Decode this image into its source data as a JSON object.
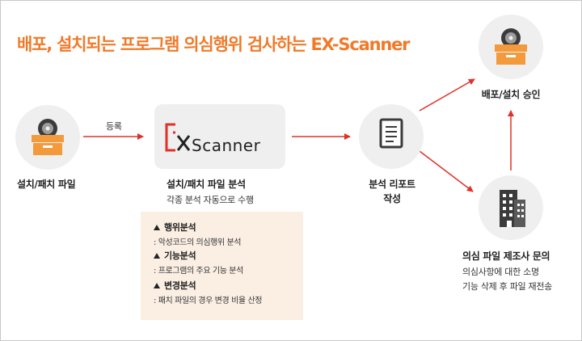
{
  "title": "배포, 설치되는 프로그램 의심행위 검사하는 EX-Scanner",
  "nodes": {
    "install": {
      "label": "설치/패치 파일"
    },
    "scanner": {
      "logo_letter": "X",
      "logo_text": "Scanner",
      "label": "설치/패치 파일 분석",
      "sub": "각종 분석 자동으로 수행"
    },
    "report": {
      "label_line1": "분석 리포트",
      "label_line2": "작성"
    },
    "deploy": {
      "label": "배포/설치 승인"
    },
    "inquiry": {
      "label": "의심 파일 제조사 문의",
      "sub1": "의심사항에 대한 소명",
      "sub2": "기능 삭제 후 파일 재전송"
    }
  },
  "edges": {
    "register_label": "등록"
  },
  "analysis": [
    {
      "heading": "행위분석",
      "detail": ": 악성코드의 의심행위 분석"
    },
    {
      "heading": "기능분석",
      "detail": ": 프로그램의 주요 기능 분석"
    },
    {
      "heading": "변경분석",
      "detail": ": 패치 파일의 경우 변경 비율 산정"
    }
  ],
  "colors": {
    "accent": "#f07a2a",
    "arrow": "#e0302a",
    "box_orange": "#f39a3c",
    "panel_bg": "#fbefe4",
    "node_bg": "#efefef"
  },
  "icons": {
    "install": "box-with-disc-icon",
    "deploy": "box-with-disc-icon",
    "report": "document-icon",
    "inquiry": "building-icon"
  }
}
